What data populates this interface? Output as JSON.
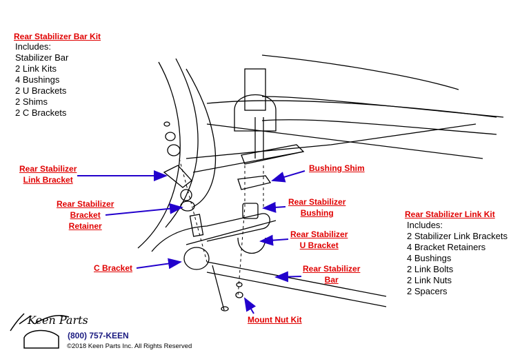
{
  "kits": [
    {
      "title": "Rear Stabilizer Bar Kit",
      "includes_label": "Includes:",
      "items": [
        "Stabilizer Bar",
        "2 Link Kits",
        "4 Bushings",
        "2 U Brackets",
        "2 Shims",
        "2 C Brackets"
      ]
    },
    {
      "title": "Rear Stabilizer Link Kit",
      "includes_label": "Includes:",
      "items": [
        "2 Stabilizer Link Brackets",
        "4 Bracket Retainers",
        "4 Bushings",
        "2 Link Bolts",
        "2 Link Nuts",
        "2 Spacers"
      ]
    }
  ],
  "callouts": {
    "link_bracket": [
      "Rear Stabilizer",
      "Link Bracket"
    ],
    "bracket_retainer": [
      "Rear Stabilizer",
      "Bracket",
      "Retainer"
    ],
    "c_bracket": [
      "C Bracket"
    ],
    "bushing_shim": [
      "Bushing Shim"
    ],
    "bushing": [
      "Rear Stabilizer",
      "Bushing"
    ],
    "u_bracket": [
      "Rear Stabilizer",
      "U Bracket"
    ],
    "bar": [
      "Rear Stabilizer",
      "Bar"
    ],
    "mount_nut_kit": [
      "Mount Nut Kit"
    ]
  },
  "footer": {
    "logo_text": "Keen Parts",
    "phone": "(800) 757-KEEN",
    "copyright": "©2018 Keen Parts Inc. All Rights Reserved"
  },
  "colors": {
    "link": "#e00000",
    "arrow": "#2200cc",
    "phone": "#1a1a80"
  }
}
